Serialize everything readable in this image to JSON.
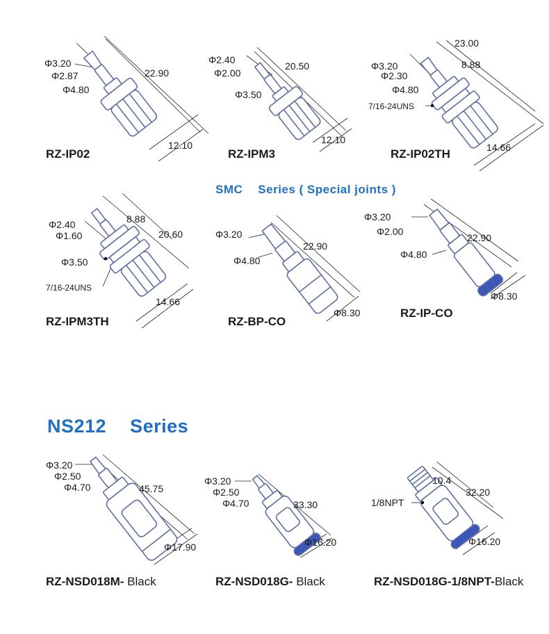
{
  "headings": {
    "smc": {
      "prefix": "SMC",
      "rest": "Series ( Special joints )"
    },
    "ns": {
      "prefix": "NS212",
      "rest": "Series"
    }
  },
  "colors": {
    "accent": "#1f6fc5",
    "part_stroke": "#5d6fa3",
    "part_fill": "#ffffff",
    "band_fill": "#3b57b8",
    "dimension_line": "#222222"
  },
  "parts": [
    {
      "name": "RZ-IP02",
      "suffix": "",
      "dims": [
        "Φ3.20",
        "Φ2.87",
        "Φ4.80",
        "22.90",
        "12.10"
      ]
    },
    {
      "name": "RZ-IPM3",
      "suffix": "",
      "dims": [
        "Φ2.40",
        "Φ2.00",
        "Φ3.50",
        "20.50",
        "12.10"
      ]
    },
    {
      "name": "RZ-IP02TH",
      "suffix": "",
      "dims": [
        "Φ3.20",
        "Φ2.30",
        "Φ4.80",
        "7/16-24UNS",
        "23.00",
        "8.88",
        "14.66"
      ]
    },
    {
      "name": "RZ-IPM3TH",
      "suffix": "",
      "dims": [
        "Φ2.40",
        "Φ1.60",
        "Φ3.50",
        "7/16-24UNS",
        "8.88",
        "20.60",
        "14.66"
      ]
    },
    {
      "name": "RZ-BP-CO",
      "suffix": "",
      "dims": [
        "Φ3.20",
        "Φ4.80",
        "22.90",
        "Φ8.30"
      ]
    },
    {
      "name": "RZ-IP-CO",
      "suffix": "",
      "dims": [
        "Φ3.20",
        "Φ2.00",
        "Φ4.80",
        "22.90",
        "Φ8.30"
      ]
    },
    {
      "name": "RZ-NSD018M-",
      "suffix": " Black",
      "dims": [
        "Φ3.20",
        "Φ2.50",
        "Φ4.70",
        "45.75",
        "Φ17.90"
      ]
    },
    {
      "name": "RZ-NSD018G-",
      "suffix": " Black",
      "dims": [
        "Φ3.20",
        "Φ2.50",
        "Φ4.70",
        "33.30",
        "Φ16.20"
      ]
    },
    {
      "name": "RZ-NSD018G-1/8NPT-",
      "suffix": "Black",
      "dims": [
        "10.4",
        "1/8NPT",
        "32.20",
        "Φ16.20"
      ]
    }
  ]
}
